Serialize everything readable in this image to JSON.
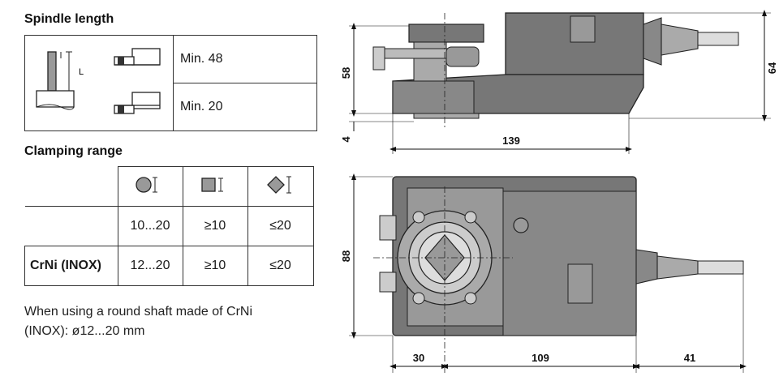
{
  "spindle": {
    "title": "Spindle length",
    "axis_label": "L",
    "rows": [
      {
        "text": "Min. 48"
      },
      {
        "text": "Min. 20"
      }
    ]
  },
  "clamping": {
    "title": "Clamping range",
    "rows": [
      {
        "label": "",
        "values": [
          "10...20",
          "≥10",
          "≤20"
        ]
      },
      {
        "label": "CrNi (INOX)",
        "values": [
          "12...20",
          "≥10",
          "≤20"
        ]
      }
    ],
    "shapes": [
      "round-shaft-icon",
      "square-shaft-icon",
      "diamond-shaft-icon"
    ]
  },
  "note": {
    "line1": "When using a round shaft made of CrNi",
    "line2": "(INOX): ø12...20 mm"
  },
  "dimensions": {
    "height_upper": "58",
    "height_total": "64",
    "offset": "4",
    "length_top": "139",
    "depth": "88",
    "left_offset": "30",
    "body_length": "109",
    "cable_length": "41"
  }
}
